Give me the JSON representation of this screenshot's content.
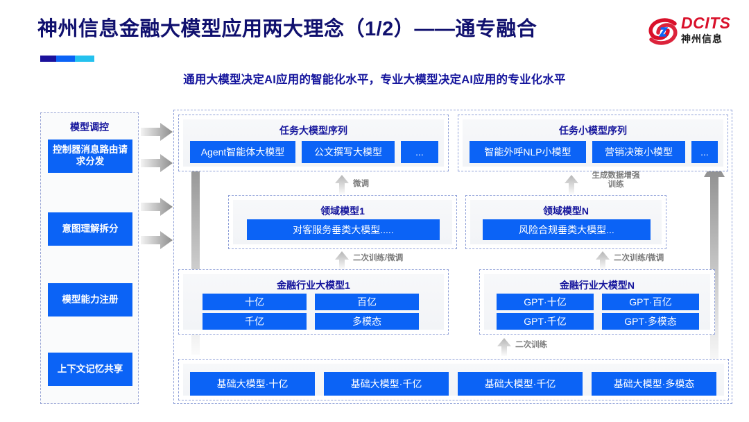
{
  "header": {
    "title": "神州信息金融大模型应用两大理念（1/2）——通专融合",
    "subtitle": "通用大模型决定AI应用的智能化水平，专业大模型决定AI应用的专业化水平",
    "logo_en": "DCITS",
    "logo_cn": "神州信息",
    "accent_colors": [
      "#1b119b",
      "#0b63f6",
      "#24c1ee"
    ],
    "title_color": "#10106e",
    "brand_red": "#d9102a",
    "box_blue": "#0b63f6"
  },
  "control_panel": {
    "title": "模型调控",
    "items": [
      {
        "label": "控制器消息路由请求分发"
      },
      {
        "label": "意图理解拆分"
      },
      {
        "label": "模型能力注册"
      },
      {
        "label": "上下文记忆共享"
      }
    ]
  },
  "task_groups": [
    {
      "title": "任务大模型序列",
      "boxes": [
        "Agent智能体大模型",
        "公文撰写大模型",
        "..."
      ]
    },
    {
      "title": "任务小模型序列",
      "boxes": [
        "智能外呼NLP小模型",
        "营销决策小模型",
        "..."
      ]
    }
  ],
  "domain_groups": [
    {
      "title": "领域模型1",
      "boxes": [
        "对客服务垂类大模型....."
      ]
    },
    {
      "title": "领域模型N",
      "boxes": [
        "风险合规垂类大模型..."
      ]
    }
  ],
  "industry_groups": [
    {
      "title": "金融行业大模型1",
      "boxes": [
        "十亿",
        "百亿",
        "千亿",
        "多模态"
      ]
    },
    {
      "title": "金融行业大模型N",
      "boxes": [
        "GPT·十亿",
        "GPT·百亿",
        "GPT·千亿",
        "GPT·多模态"
      ]
    }
  ],
  "base_group": {
    "boxes": [
      "基础大模型·十亿",
      "基础大模型·千亿",
      "基础大模型·千亿",
      "基础大模型·多模态"
    ]
  },
  "arrow_labels": {
    "fine_tune": "微调",
    "data_aug": "生成数据增强\n训练",
    "retrain_tune_left": "二次训练/微调",
    "retrain_tune_right": "二次训练/微调",
    "retrain": "二次训练"
  }
}
